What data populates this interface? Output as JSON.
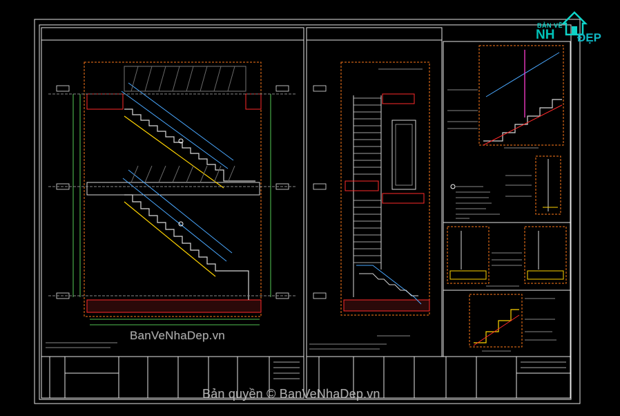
{
  "watermarks": {
    "main": "BanVeNhaDep.vn",
    "copyright": "Bản quyền © BanVeNhaDep.vn"
  },
  "logo": {
    "top_text": "BẢN VẼ",
    "mid_text": "NH",
    "side_text": "ĐẸP"
  },
  "colors": {
    "background": "#000000",
    "frame": "#e6e6e6",
    "stair_outline": "#d8d8d8",
    "hatch": "#aa2222",
    "accent_red": "#ff2a2a",
    "accent_yellow": "#ffd400",
    "accent_orange": "#ff7a1a",
    "accent_blue": "#4aa8ff",
    "accent_green": "#6cff6c",
    "accent_magenta": "#ff3fd0",
    "logo_teal": "#00c2b8"
  }
}
